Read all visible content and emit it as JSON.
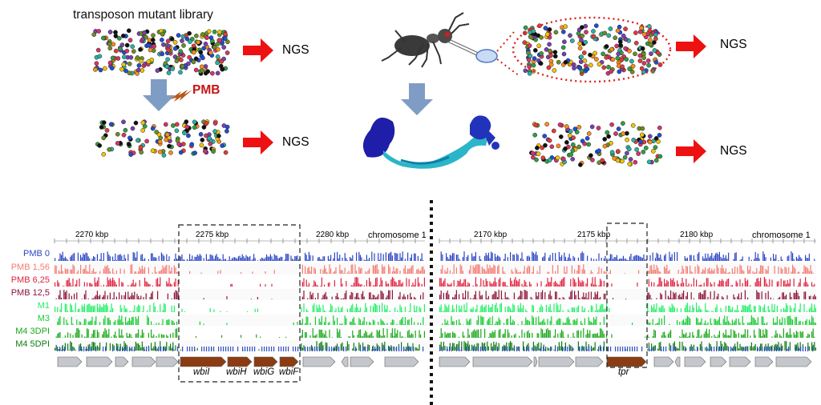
{
  "top": {
    "library_label": "transposon mutant library",
    "treatment_label": "PMB",
    "ngs_labels": [
      "NGS",
      "NGS",
      "NGS",
      "NGS"
    ]
  },
  "browser": {
    "left": {
      "ticks": [
        "2270 kbp",
        "2275 kbp",
        "2280 kbp"
      ],
      "chrom": "chromosome 1"
    },
    "right": {
      "ticks": [
        "2170 kbp",
        "2175 kbp",
        "2180 kbp"
      ],
      "chrom": "chromosome 1"
    },
    "tracks": [
      {
        "name": "PMB 0",
        "color": "#2b45c4"
      },
      {
        "name": "PMB 1,56",
        "color": "#f57c73"
      },
      {
        "name": "PMB 6,25",
        "color": "#e0233f"
      },
      {
        "name": "PMB 12,5",
        "color": "#8e1438"
      },
      {
        "name": "M1",
        "color": "#22ee66"
      },
      {
        "name": "M3",
        "color": "#17cc33"
      },
      {
        "name": "M4 3DPI",
        "color": "#1aa81a"
      },
      {
        "name": "M4 5DPI",
        "color": "#0f7d12"
      }
    ],
    "left_genes": [
      "wbiI",
      "wbiH",
      "wbiG",
      "wbiF"
    ],
    "right_genes": [
      "tpr"
    ]
  },
  "colors": {
    "arrow": "#ee1111",
    "down_arrow": "#7f9cc4",
    "gene_highlight": "#8b3c12",
    "gene_plain": "#c4c7cb"
  }
}
